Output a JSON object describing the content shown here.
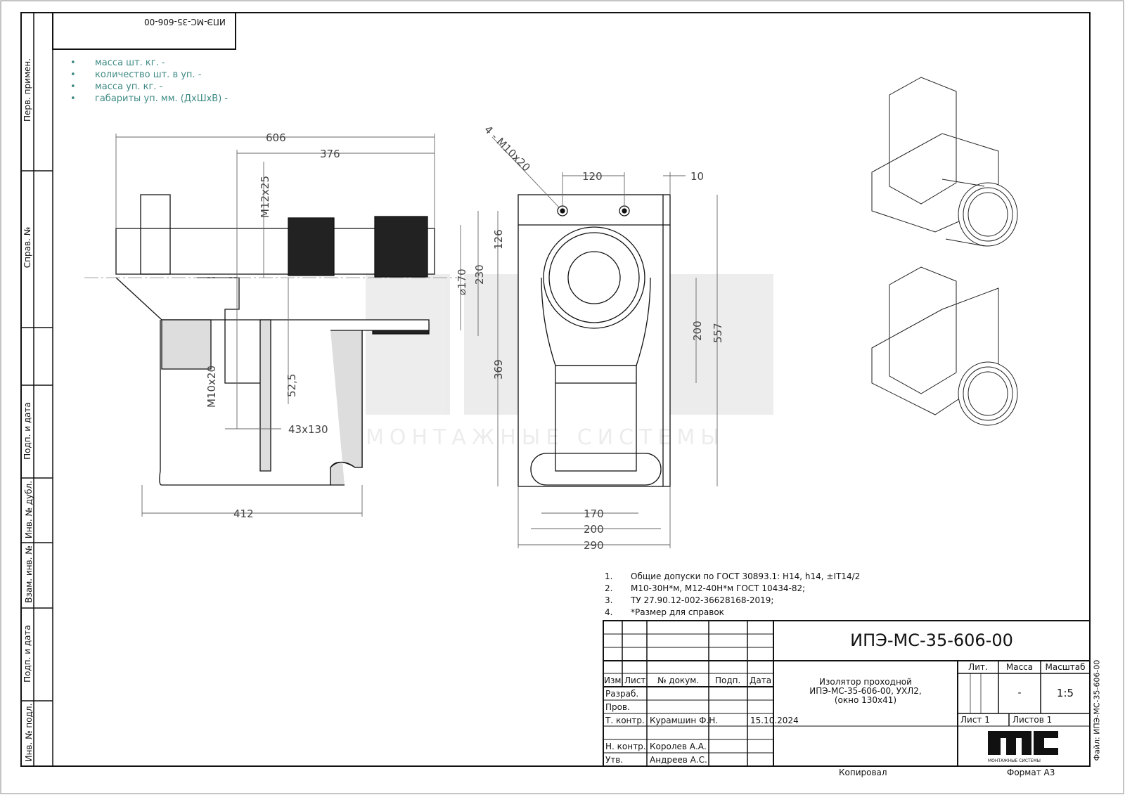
{
  "left_strip": [
    "Перв. примен.",
    "Справ. №",
    "Подп. и дата",
    "Инв. № дубл.",
    "Взам. инв. №",
    "Подп. и дата",
    "Инв. № подл."
  ],
  "top_stamp": "ИПЭ-МС-35-606-00",
  "package_info": [
    "масса шт. кг. -",
    "количество шт. в уп. -",
    "масса уп. кг. -",
    "габариты уп. мм. (ДхШхВ) -"
  ],
  "side_view_dims": {
    "d606": "606",
    "d376": "376",
    "m12": "M12x25",
    "m10": "M10x20",
    "d52": "52,5",
    "d43": "43x130",
    "d412": "412"
  },
  "front_view_dims": {
    "holes": "4 - M10x20",
    "d120": "120",
    "d10": "10",
    "d126": "126",
    "d170v": "⌀170",
    "d230": "230",
    "d369": "369",
    "d200v": "200",
    "d557": "557",
    "d170": "170",
    "d200": "200",
    "d290": "290"
  },
  "watermark": "МОНТАЖНЫЕ СИСТЕМЫ",
  "notes": [
    {
      "n": "1.",
      "text": "Общие допуски по ГОСТ 30893.1: H14, h14, ±IT14/2"
    },
    {
      "n": "2.",
      "text": "M10-30H*м, M12-40H*м ГОСТ 10434-82;"
    },
    {
      "n": "3.",
      "text": "ТУ 27.90.12-002-36628168-2019;"
    },
    {
      "n": "4.",
      "text": "*Размер для справок"
    }
  ],
  "title_block": {
    "designation": "ИПЭ-МС-35-606-00",
    "name_lines": [
      "Изолятор проходной",
      "ИПЭ-МС-35-606-00, УХЛ2,",
      "(окно 130х41)"
    ],
    "headers": {
      "izm": "Изм.",
      "list": "Лист",
      "doc": "№ докум.",
      "podp": "Подп.",
      "data": "Дата"
    },
    "roles": [
      "Разраб.",
      "Пров.",
      "Т. контр.",
      "",
      "Н. контр.",
      "Утв."
    ],
    "names": [
      "",
      "",
      "Курамшин Ф.Н.",
      "",
      "Королев А.А.",
      "Андреев А.С."
    ],
    "dates": [
      "",
      "",
      "15.10.2024",
      "",
      "",
      ""
    ],
    "lit_label": "Лит.",
    "mass_label": "Масса",
    "scale_label": "Масштаб",
    "mass": "-",
    "scale": "1:5",
    "sheet": "Лист 1",
    "sheets": "Листов 1",
    "logo_sub": "МОНТАЖНЫЕ СИСТЕМЫ"
  },
  "footer": {
    "copied": "Копировал",
    "format": "Формат А3",
    "file": "Файл: ИПЭ-МС-35-606-00"
  }
}
